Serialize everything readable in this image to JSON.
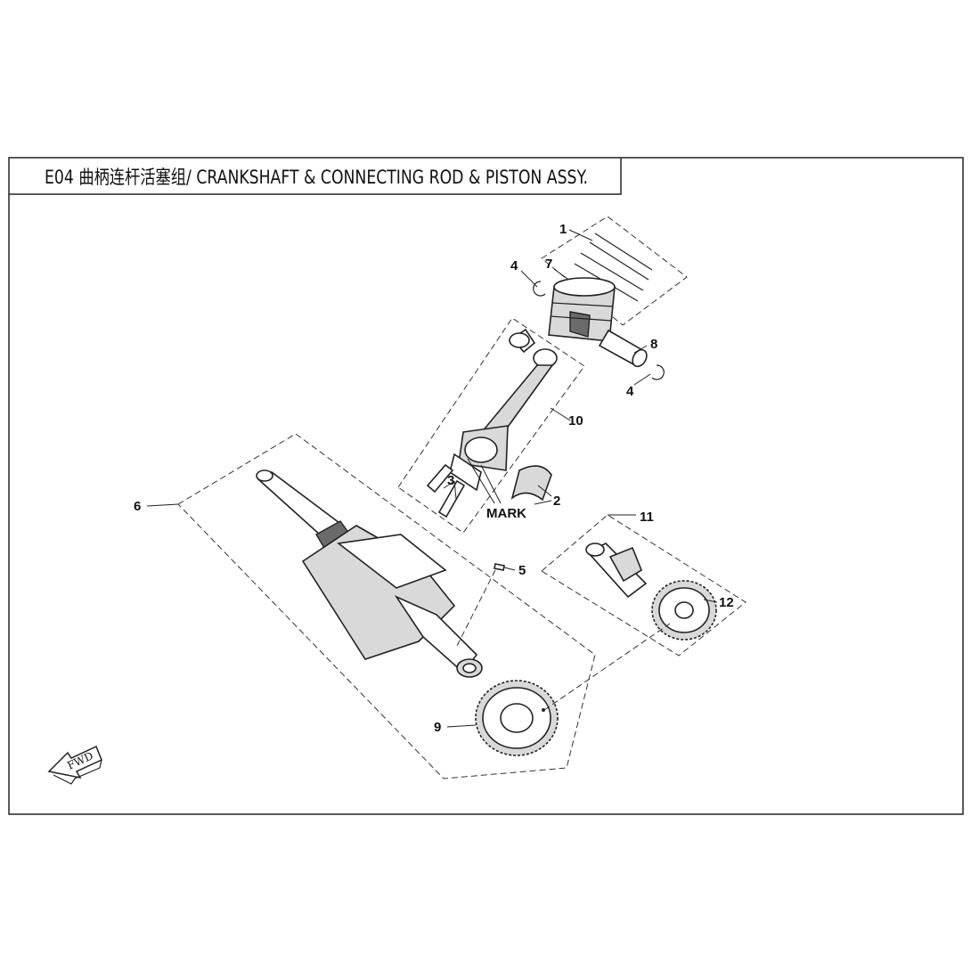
{
  "title": "E04 曲柄连杆活塞组/ CRANKSHAFT & CONNECTING ROD & PISTON ASSY.",
  "callouts": {
    "c1": "1",
    "c2": "2",
    "c3": "3",
    "c4a": "4",
    "c4b": "4",
    "c5": "5",
    "c6": "6",
    "c7": "7",
    "c8": "8",
    "c9": "9",
    "c10": "10",
    "c11": "11",
    "c12": "12",
    "mark": "MARK"
  },
  "fwd_label": "FWD",
  "colors": {
    "line": "#222222",
    "shade": "#d9d9d9",
    "dark": "#6b6b6b"
  }
}
